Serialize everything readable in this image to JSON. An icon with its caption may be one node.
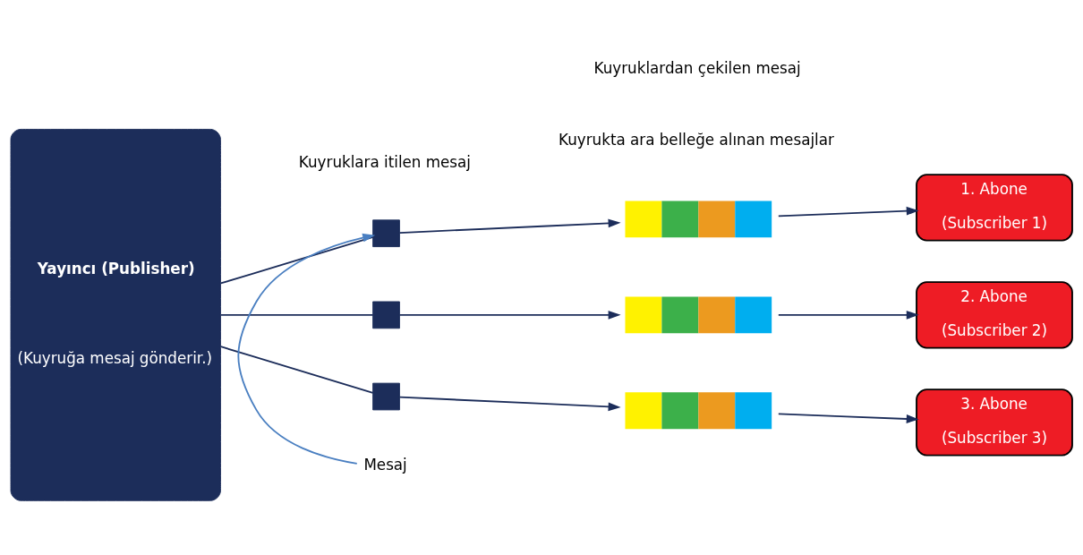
{
  "diagram": {
    "nodes": [
      {
        "text": [
          "Yayıncı (Publisher)",
          "(Kuyruğa mesaj gönderir.)"
        ]
      },
      {
        "text": [
          "Mesaj"
        ]
      },
      {
        "text": [],
        "shape": "box"
      },
      {
        "text": [],
        "shape": "bar"
      },
      {
        "text": [
          "1. Abone",
          "(Subscriber 1)"
        ]
      },
      {
        "text": [],
        "shape": "box"
      },
      {
        "text": [],
        "shape": "bar"
      },
      {
        "text": [
          "2. Abone",
          "(Subscriber 2)"
        ]
      },
      {
        "text": [],
        "shape": "box"
      },
      {
        "text": [],
        "shape": "bar"
      },
      {
        "text": [
          "3. Abone",
          "(Subscriber 3)"
        ]
      }
    ],
    "edges": [
      {
        "from": 1,
        "to": 2,
        "arrow": "to",
        "color": "#4a7fc1"
      },
      {
        "from": 0,
        "to": 2,
        "arrow": "none"
      },
      {
        "from": 2,
        "to": 3,
        "arrow": "to"
      },
      {
        "from": 3,
        "to": 4,
        "arrow": "to"
      },
      {
        "from": 0,
        "to": 5,
        "arrow": "none"
      },
      {
        "from": 5,
        "to": 6,
        "arrow": "to"
      },
      {
        "from": 6,
        "to": 7,
        "arrow": "to"
      },
      {
        "from": 0,
        "to": 8,
        "arrow": "none"
      },
      {
        "from": 8,
        "to": 9,
        "arrow": "to"
      },
      {
        "from": 9,
        "to": 10,
        "arrow": "to"
      }
    ],
    "labels": [
      "Kuyrukta ara belleğe alınan mesajlar",
      "Kuyruklara itilen mesaj",
      "Kuyruklardan çekilen mesaj"
    ]
  }
}
